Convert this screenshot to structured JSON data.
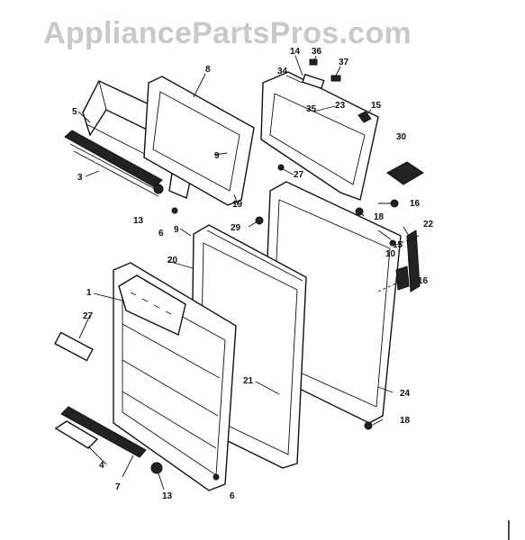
{
  "watermark": "AppliancePartsPros.com",
  "callouts": [
    {
      "id": "c-5",
      "label": "5"
    },
    {
      "id": "c-8",
      "label": "8"
    },
    {
      "id": "c-14",
      "label": "14"
    },
    {
      "id": "c-36",
      "label": "36"
    },
    {
      "id": "c-37",
      "label": "37"
    },
    {
      "id": "c-34",
      "label": "34"
    },
    {
      "id": "c-35",
      "label": "35"
    },
    {
      "id": "c-23",
      "label": "23"
    },
    {
      "id": "c-15a",
      "label": "15"
    },
    {
      "id": "c-30",
      "label": "30"
    },
    {
      "id": "c-3",
      "label": "3"
    },
    {
      "id": "c-9a",
      "label": "9"
    },
    {
      "id": "c-27a",
      "label": "27"
    },
    {
      "id": "c-16a",
      "label": "16"
    },
    {
      "id": "c-19",
      "label": "19"
    },
    {
      "id": "c-13a",
      "label": "13"
    },
    {
      "id": "c-6a",
      "label": "6"
    },
    {
      "id": "c-18a",
      "label": "18"
    },
    {
      "id": "c-29",
      "label": "29"
    },
    {
      "id": "c-9b",
      "label": "9"
    },
    {
      "id": "c-22",
      "label": "22"
    },
    {
      "id": "c-15b",
      "label": "15"
    },
    {
      "id": "c-10",
      "label": "10"
    },
    {
      "id": "c-16b",
      "label": "16"
    },
    {
      "id": "c-20",
      "label": "20"
    },
    {
      "id": "c-1",
      "label": "1"
    },
    {
      "id": "c-27b",
      "label": "27"
    },
    {
      "id": "c-21",
      "label": "21"
    },
    {
      "id": "c-24",
      "label": "24"
    },
    {
      "id": "c-18b",
      "label": "18"
    },
    {
      "id": "c-4",
      "label": "4"
    },
    {
      "id": "c-7",
      "label": "7"
    },
    {
      "id": "c-13b",
      "label": "13"
    },
    {
      "id": "c-6b",
      "label": "6"
    }
  ]
}
